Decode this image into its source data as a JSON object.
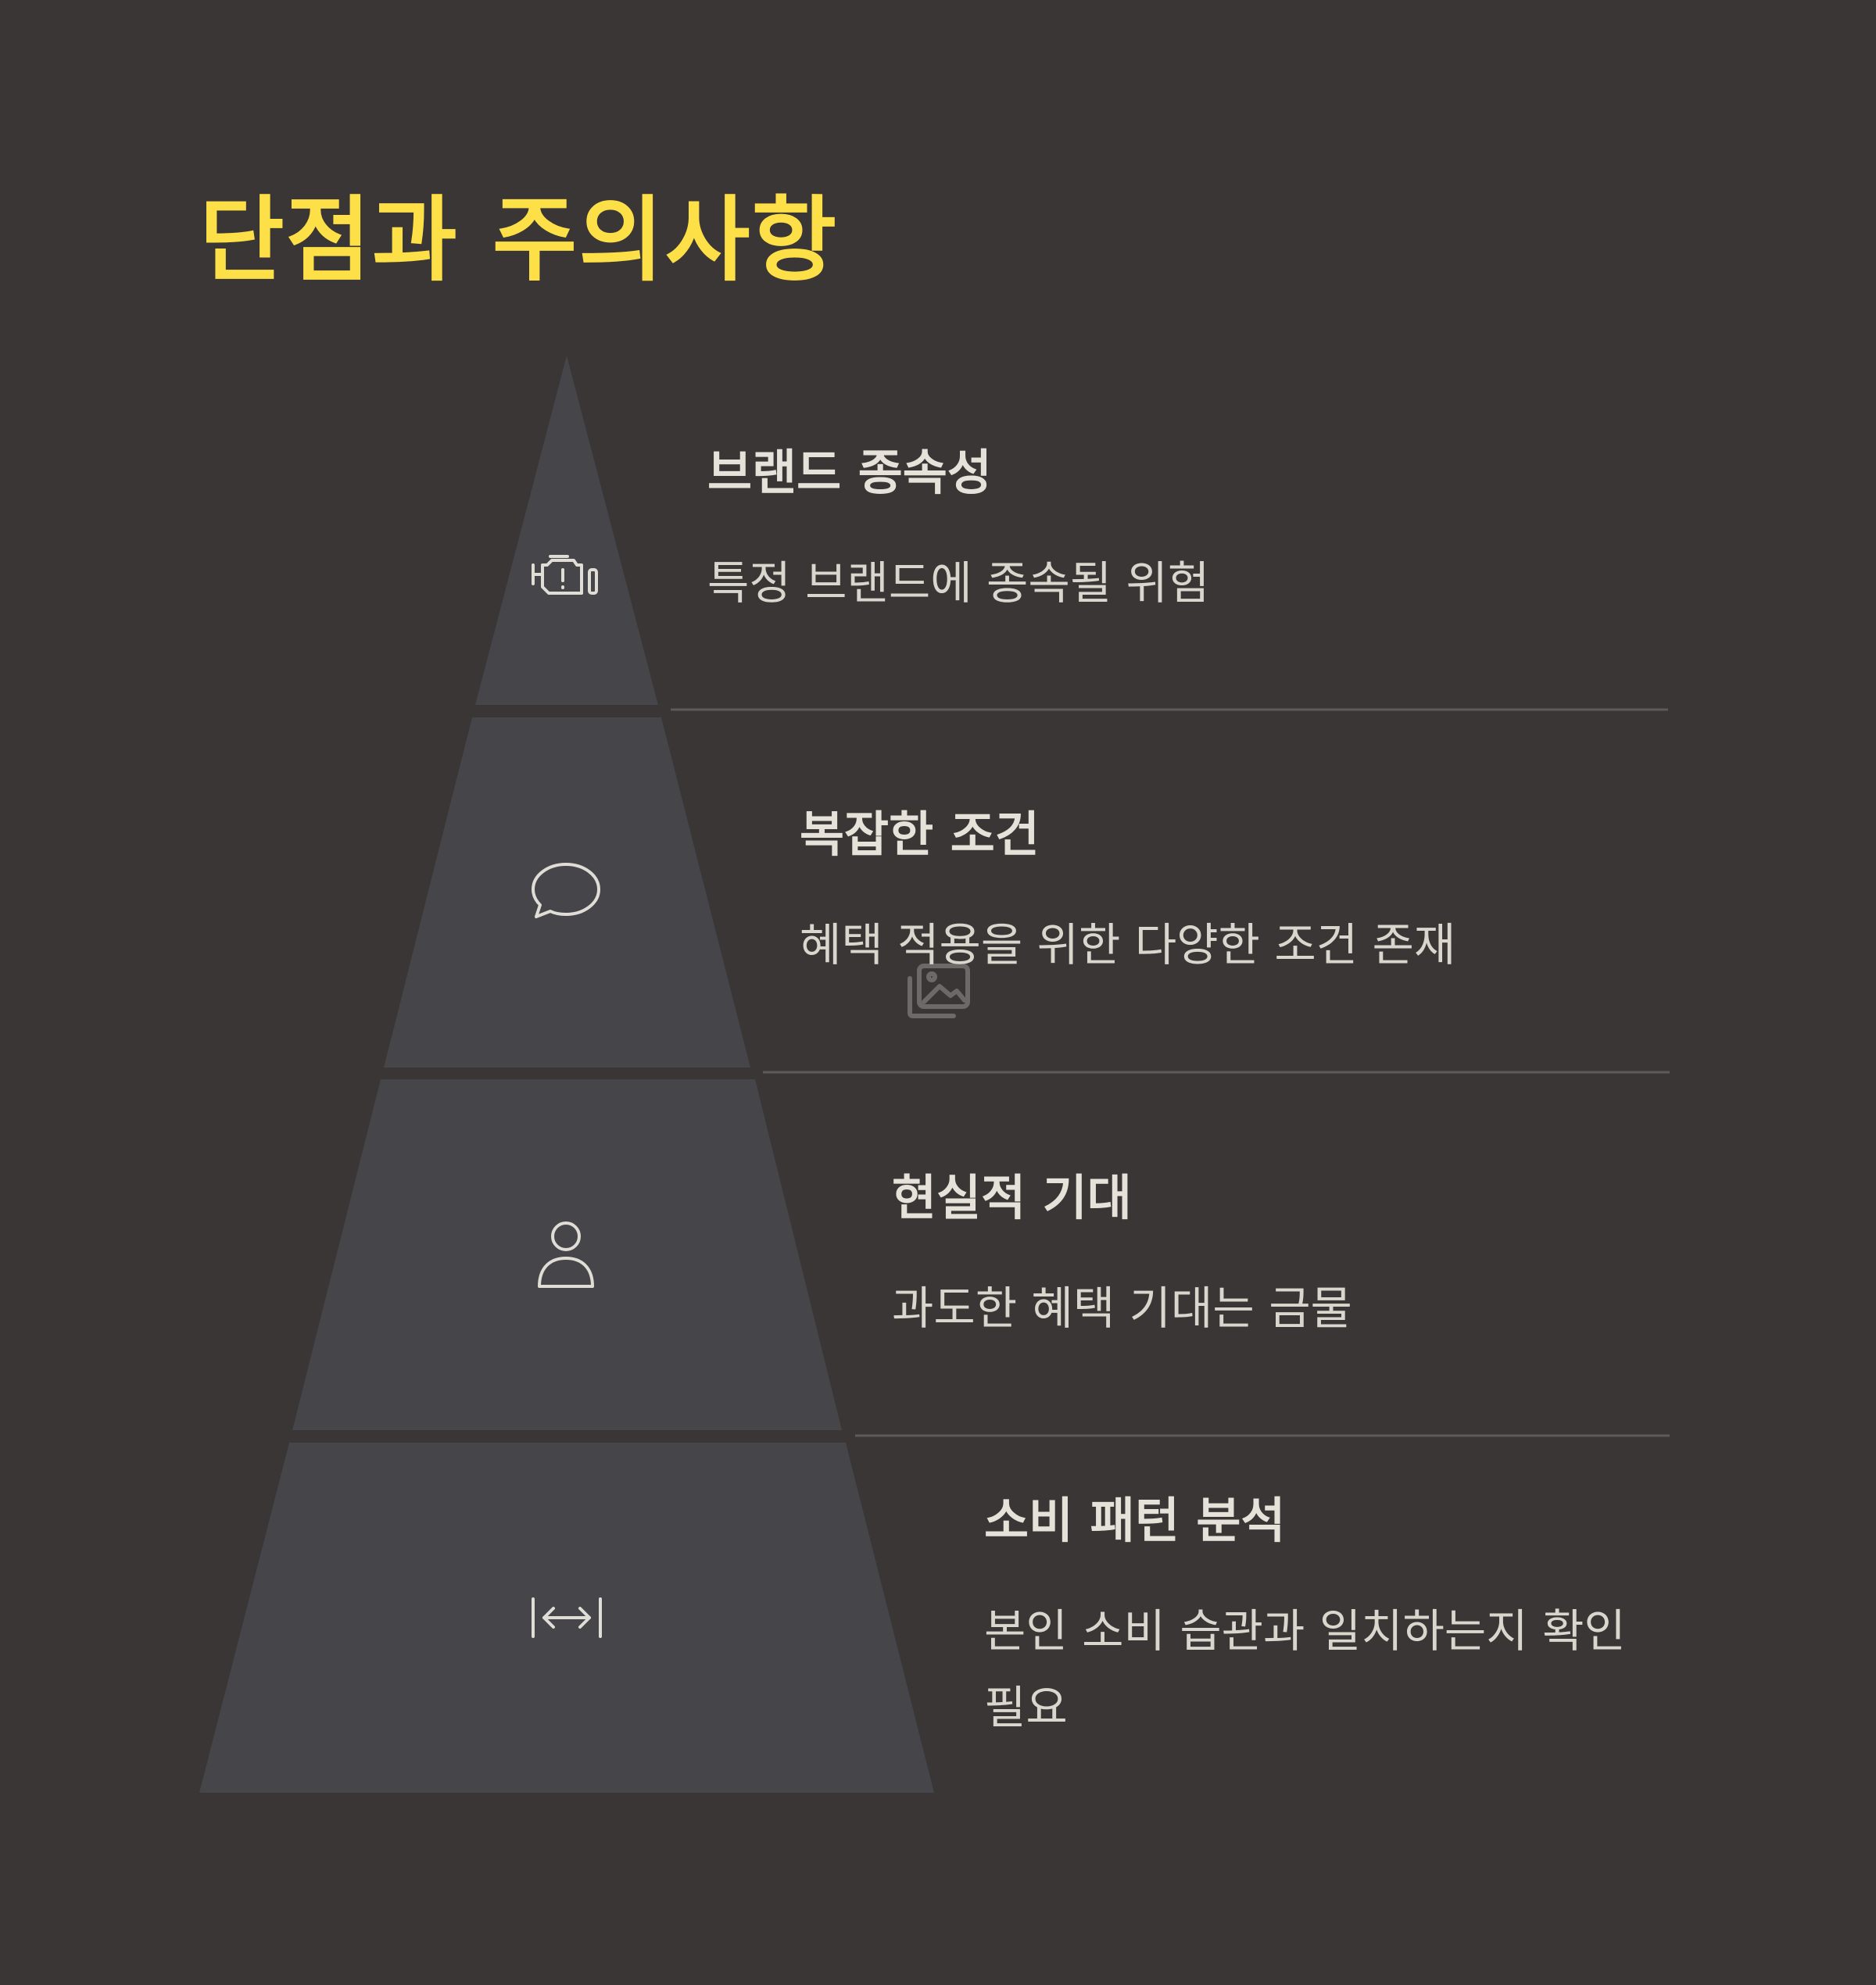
{
  "title": "단점과 주의사항",
  "colors": {
    "background": "#3a3635",
    "title": "#fde047",
    "segment": "#45454a",
    "text": "#dad6ce",
    "divider": "#5e5b5a"
  },
  "levels": [
    {
      "heading": "브랜드 종속성",
      "description": "특정 브랜드에 종속될 위험",
      "icon": "engine-warning-icon"
    },
    {
      "heading": "복잡한 조건",
      "description": "혜택 적용을 위한 다양한 조건 존재",
      "icon": "speech-bubble-icon"
    },
    {
      "heading": "현실적 기대",
      "description": "과도한 혜택 기대는 금물",
      "icon": "person-icon"
    },
    {
      "heading": "소비 패턴 분석",
      "description": "본인 소비 습관과 일치하는지 확인 필요",
      "icon": "arrows-horizontal-icon"
    }
  ],
  "watermark_icon": "image-stack-icon"
}
